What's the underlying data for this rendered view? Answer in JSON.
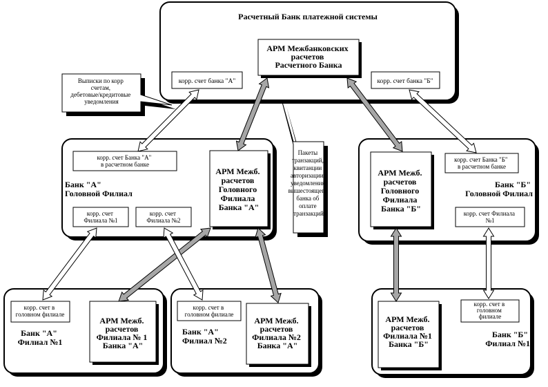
{
  "central": {
    "title": "Расчетный Банк платежной системы",
    "arm_lines": [
      "АРМ Межбанковских",
      "расчетов",
      "Расчетного Банка"
    ],
    "corr_a": "корр. счет банка \"А\"",
    "corr_b": "корр. счет банка \"Б\""
  },
  "callouts": {
    "statements": [
      "Выписки по корр",
      "счетам,",
      "дебетовые/кредитовые",
      "уведомления"
    ],
    "packets": [
      "Пакеты",
      "транзакций,",
      "квитанции",
      "авторизации,",
      "уведомления",
      "вышестоящего",
      "банка об",
      "оплате",
      "транзакций"
    ]
  },
  "bank_a_head": {
    "label_lines": [
      "Банк \"А\"",
      "Головной Филиал"
    ],
    "corr_top": [
      "корр. счет Банка \"А\"",
      "в расчетном банке"
    ],
    "corr_f1": [
      "корр. счет",
      "Филиала №1"
    ],
    "corr_f2": [
      "корр. счет",
      "Филиала №2"
    ],
    "arm_lines": [
      "АРМ Межб.",
      "расчетов",
      "Головного",
      "Филиала",
      "Банка \"А\""
    ]
  },
  "bank_b_head": {
    "label_lines": [
      "Банк \"Б\"",
      "Головной Филиал"
    ],
    "corr_top": [
      "корр. счет Банка \"Б\"",
      "в расчетном банке"
    ],
    "corr_f1": [
      "корр. счет Филиала",
      "№1"
    ],
    "arm_lines": [
      "АРМ Межб.",
      "расчетов",
      "Головного",
      "Филиала",
      "Банка \"Б\""
    ]
  },
  "bank_a_f1": {
    "label_lines": [
      "Банк \"А\"",
      "Филиал №1"
    ],
    "corr": [
      "корр. счет в",
      "головном филиале"
    ],
    "arm_lines": [
      "АРМ Межб.",
      "расчетов",
      "Филиала № 1",
      "Банка \"А\""
    ]
  },
  "bank_a_f2": {
    "label_lines": [
      "Банк \"А\"",
      "Филиал №2"
    ],
    "corr": [
      "корр. счет в",
      "головном филиале"
    ],
    "arm_lines": [
      "АРМ Межб.",
      "расчетов",
      "Филиала №2",
      "Банка \"А\""
    ]
  },
  "bank_b_f1": {
    "label_lines": [
      "Банк \"Б\"",
      "Филиал №1"
    ],
    "corr": [
      "корр. счет в",
      "головном",
      "филиале"
    ],
    "arm_lines": [
      "АРМ Межб.",
      "расчетов",
      "Филиала №1",
      "Банка \"Б\""
    ]
  },
  "colors": {
    "line": "#000000",
    "shadow": "#000000",
    "gray_arrow": "#a6a6a6",
    "white_arrow": "#ffffff"
  }
}
